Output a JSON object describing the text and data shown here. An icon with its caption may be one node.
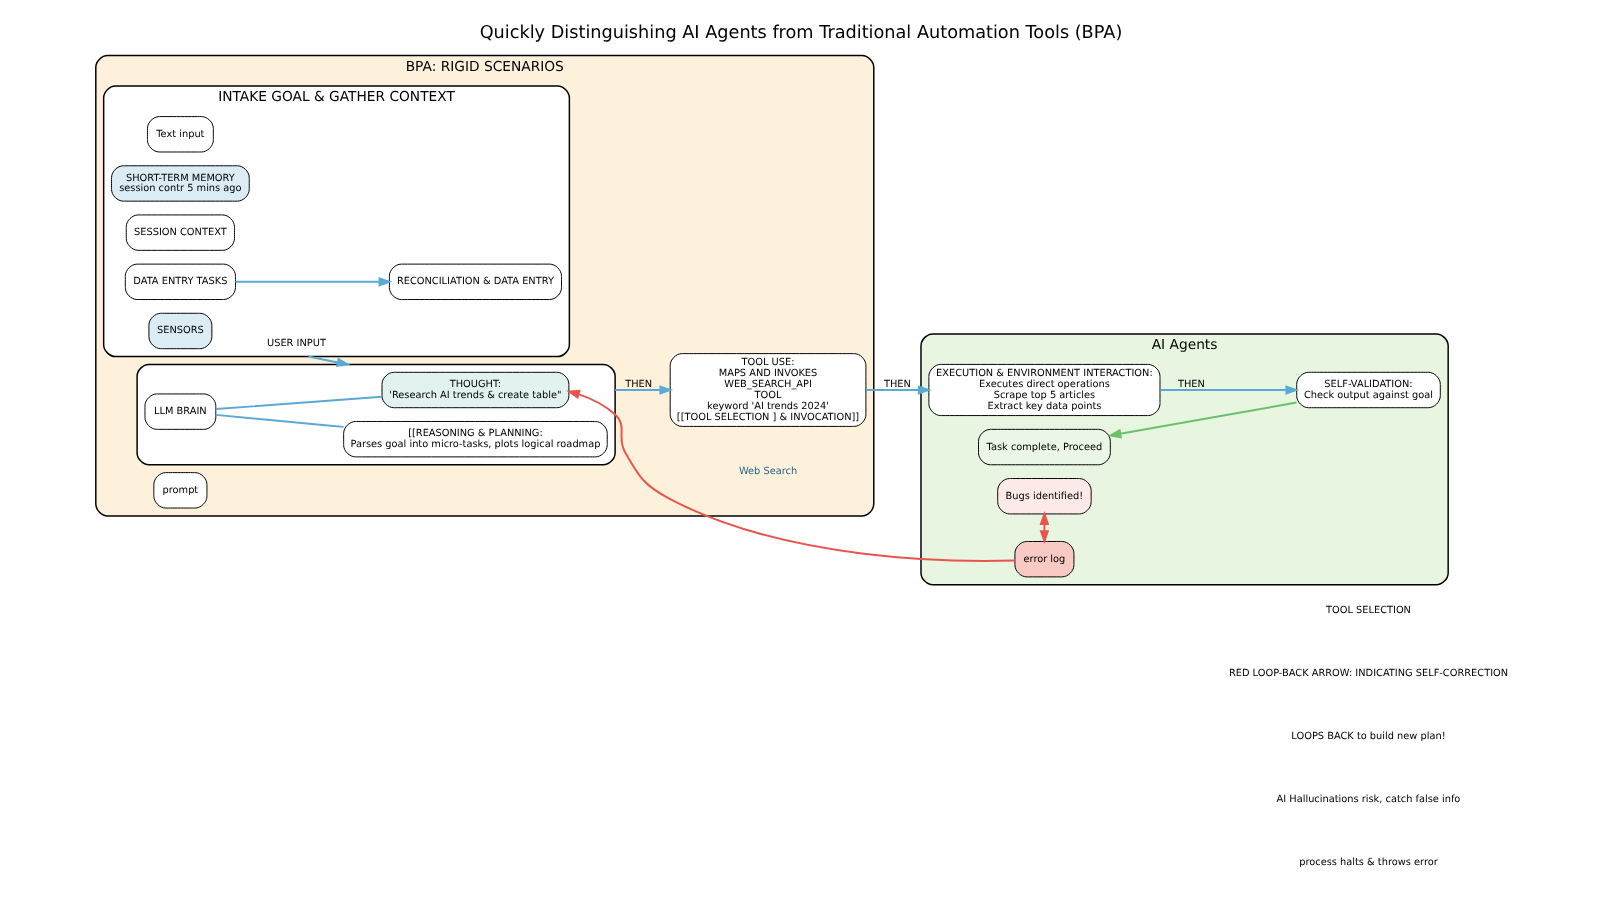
{
  "diagram": {
    "title": "Quickly Distinguishing AI Agents from Traditional Automation Tools (BPA)",
    "nodes": [
      {
        "text": [
          "BPA: RIGID SCENARIOS"
        ]
      },
      {
        "text": [
          "prompt"
        ],
        "in": 0
      },
      {
        "text": [
          "INTAKE GOAL & GATHER CONTEXT"
        ],
        "in": 0
      },
      {
        "text": [
          "Text input"
        ],
        "in": 2
      },
      {
        "text": [
          "SHORT-TERM MEMORY",
          "session contr 5 mins ago"
        ],
        "in": 2
      },
      {
        "text": [
          "SESSION CONTEXT"
        ],
        "in": 2
      },
      {
        "text": [
          "DATA ENTRY TASKS"
        ],
        "in": 2
      },
      {
        "text": [
          "RECONCILIATION & DATA ENTRY"
        ],
        "in": 2
      },
      {
        "text": [
          "SENSORS"
        ],
        "in": 2
      },
      {
        "text": [],
        "shape": "box",
        "in": 0
      },
      {
        "text": [
          "[[REASONING & PLANNING:",
          "Parses goal into micro-tasks, plots logical roadmap"
        ],
        "in": 9
      },
      {
        "text": [
          "LLM BRAIN"
        ],
        "in": 9
      },
      {
        "text": [
          "THOUGHT:",
          "'Research AI trends & create table\""
        ],
        "in": 9
      },
      {
        "text": [
          "TOOL USE:",
          "MAPS AND INVOKES",
          "WEB_SEARCH_API",
          "TOOL",
          "keyword 'AI trends 2024'",
          "[[TOOL SELECTION ] & INVOCATION]]"
        ],
        "beside": [
          "Web Search"
        ],
        "in": 0
      },
      {
        "text": [
          "AI Agents"
        ]
      },
      {
        "text": [
          "EXECUTION & ENVIRONMENT INTERACTION:",
          "Executes direct operations",
          "Scrape top 5 articles",
          "Extract key data points"
        ],
        "in": 14
      },
      {
        "text": [
          "SELF-VALIDATION:",
          "Check output against goal"
        ],
        "in": 14
      },
      {
        "text": [
          "Task complete, Proceed"
        ],
        "in": 14
      },
      {
        "text": [
          "Bugs identified!"
        ],
        "in": 14
      },
      {
        "text": [
          "error log"
        ],
        "in": 14
      }
    ],
    "edges": [
      {
        "from": 6,
        "to": 7,
        "arrow": "to"
      },
      {
        "from": 2,
        "to": 9,
        "arrow": "to",
        "label": "USER INPUT"
      },
      {
        "from": 9,
        "to": 13,
        "arrow": "to",
        "label": "THEN"
      },
      {
        "from": 13,
        "to": 15,
        "arrow": "to",
        "label": "THEN"
      },
      {
        "from": 15,
        "to": 16,
        "arrow": "to",
        "label": "THEN"
      },
      {
        "from": 11,
        "to": 10,
        "arrow": "none"
      },
      {
        "from": 11,
        "to": 12,
        "arrow": "none"
      },
      {
        "from": 16,
        "to": 17,
        "arrow": "to",
        "color": "#6cc06c"
      },
      {
        "from": 19,
        "to": 18,
        "arrow": "both",
        "color": "#e8554e"
      },
      {
        "from": 19,
        "to": 12,
        "arrow": "to",
        "color": "#e8554e"
      }
    ],
    "labels": [
      "TOOL SELECTION",
      "RED LOOP-BACK ARROW: INDICATING SELF-CORRECTION",
      "LOOPS BACK to build new plan!",
      "AI Hallucinations risk, catch false info",
      "process halts & throws error"
    ]
  }
}
